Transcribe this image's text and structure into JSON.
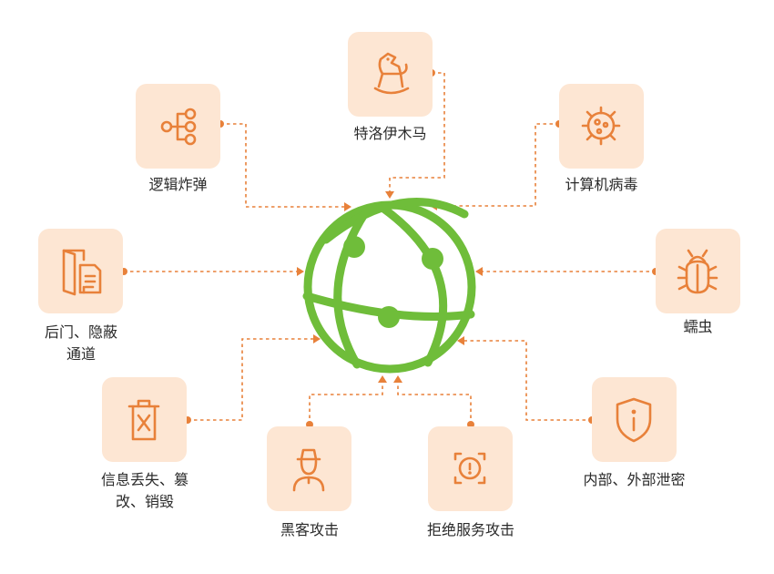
{
  "center": {
    "icon": "globe-network-icon",
    "color": "#6fbd3a"
  },
  "accent": "#e8813a",
  "tile_bg": "#fde6d3",
  "threats": [
    {
      "id": "trojan",
      "label": "特洛伊木马",
      "icon": "rocking-horse-icon"
    },
    {
      "id": "logic-bomb",
      "label": "逻辑炸弹",
      "icon": "branch-nodes-icon"
    },
    {
      "id": "virus",
      "label": "计算机病毒",
      "icon": "virus-icon"
    },
    {
      "id": "backdoor",
      "label_line1": "后门、隐蔽",
      "label_line2": "通道",
      "icon": "door-document-icon"
    },
    {
      "id": "worm",
      "label": "蠕虫",
      "icon": "bug-icon"
    },
    {
      "id": "info-loss",
      "label_line1": "信息丢失、篡",
      "label_line2": "改、销毁",
      "icon": "trash-bin-icon"
    },
    {
      "id": "insider",
      "label": "内部、外部泄密",
      "icon": "shield-info-icon"
    },
    {
      "id": "hacker",
      "label": "黑客攻击",
      "icon": "hacker-person-icon"
    },
    {
      "id": "dos",
      "label": "拒绝服务攻击",
      "icon": "target-alert-icon"
    }
  ]
}
